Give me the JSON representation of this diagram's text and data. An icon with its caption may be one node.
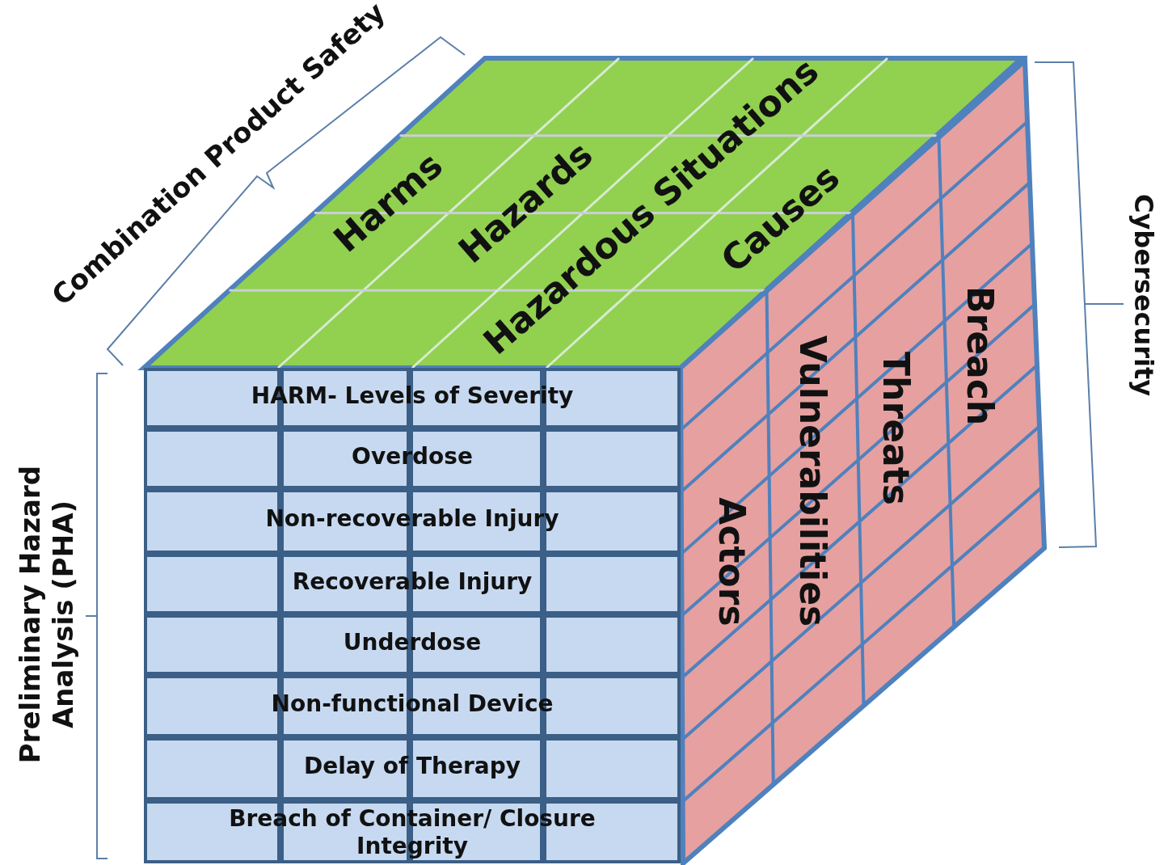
{
  "diagram": {
    "labels": [
      "Combination Product Safety",
      "Harms",
      "Hazards",
      "Hazardous Situations",
      "Causes",
      "Cybersecurity",
      "HARM- Levels of Severity",
      "Overdose",
      "Non-recoverable Injury",
      "Recoverable Injury",
      "Underdose",
      "Non-functional Device",
      "Delay of Therapy",
      "Breach of Container/ Closure Integrity",
      "Actors",
      "Vulnerabilities",
      "Threats",
      "Breach",
      "Preliminary Hazard Analysis (PHA)"
    ]
  }
}
